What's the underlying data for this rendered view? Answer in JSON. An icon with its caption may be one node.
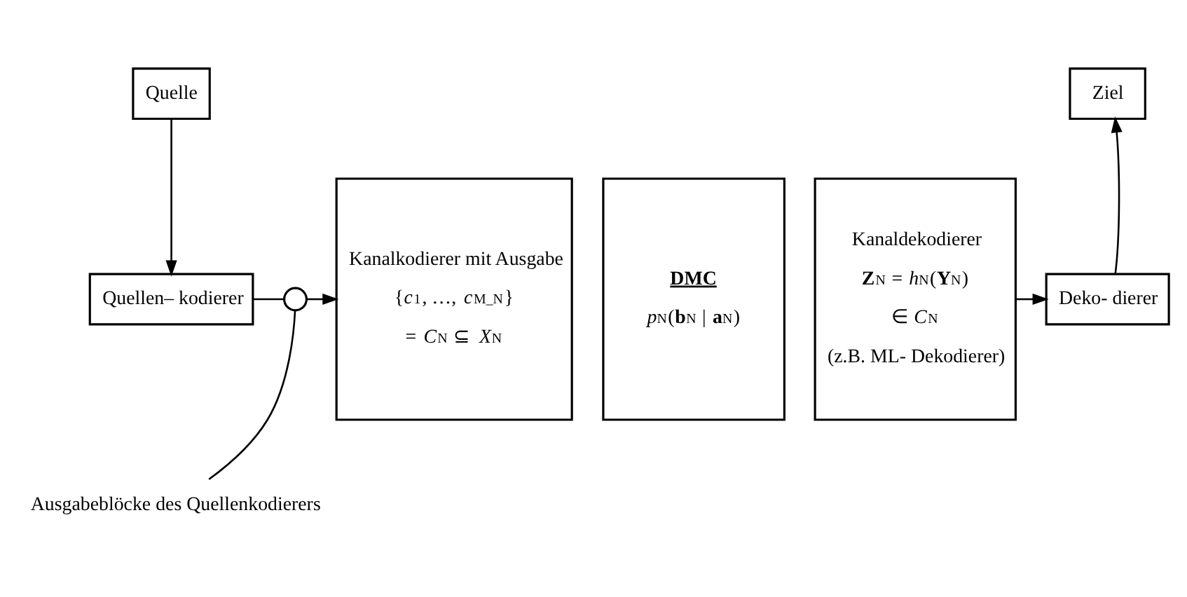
{
  "diagram": {
    "nodes": [
      {
        "text": [
          "Quelle"
        ]
      },
      {
        "text": [
          "Ziel"
        ]
      },
      {
        "text": [
          "Quellen– kodierer"
        ]
      },
      {
        "text": [
          "Kanalkodierer mit Ausgabe",
          "{*c*$_{1}$, …, *c*$_{M_N}$}",
          "= *C*$_{N}$ ⊆ *X*$^{N}$"
        ]
      },
      {
        "text": [
          "DMC",
          "*p*$_{N}$(**b**$_{N}$ | **a**$_{N}$)"
        ]
      },
      {
        "text": [
          "Kanaldekodierer",
          "**Z**$_{N}$ = *h*$_{N}$(**Y**$_{N}$)",
          "∈ *C*$_{N}$",
          "(z.B. ML- Dekodierer)"
        ]
      },
      {
        "text": [
          "Deko- dierer"
        ]
      },
      {
        "text": [],
        "shape": "circle"
      },
      {
        "text": [
          "Ausgabeblöcke des Quellenkodierers"
        ]
      }
    ],
    "edges": [
      {
        "from": 0,
        "to": 2,
        "arrow": "to"
      },
      {
        "from": 2,
        "to": 7,
        "arrow": "none"
      },
      {
        "from": 7,
        "to": 3,
        "arrow": "to"
      },
      {
        "from": 5,
        "to": 6,
        "arrow": "to"
      },
      {
        "from": 6,
        "to": 1,
        "arrow": "to"
      },
      {
        "from": 8,
        "to": 7,
        "arrow": "none"
      }
    ]
  }
}
